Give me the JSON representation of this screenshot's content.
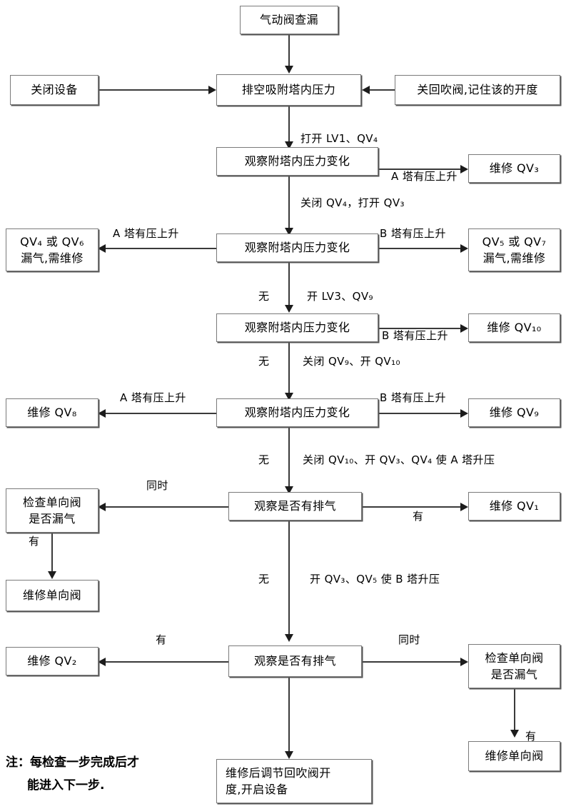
{
  "diagram": {
    "title_box": "气动阀查漏",
    "note": [
      "注：每检查一步完成后才",
      "能进入下一步."
    ]
  },
  "nodes": {
    "start": "气动阀查漏",
    "shutdown_equipment": "关闭设备",
    "vent_tower_pressure": "排空吸附塔内压力",
    "close_backblow_valve": "关回吹阀,记住该的开度",
    "observe_pressure_1": "观察附塔内压力变化",
    "repair_qv3": "维修 QV₃",
    "observe_pressure_2": "观察附塔内压力变化",
    "qv4_or_qv6_leak": [
      "QV₄ 或 QV₆",
      "漏气,需维修"
    ],
    "qv5_or_qv7_leak": [
      "QV₅ 或 QV₇",
      "漏气,需维修"
    ],
    "observe_pressure_3": "观察附塔内压力变化",
    "repair_qv10": "维修 QV₁₀",
    "observe_pressure_4": "观察附塔内压力变化",
    "repair_qv8": "维修 QV₈",
    "repair_qv9": "维修 QV₉",
    "observe_exhaust_1": "观察是否有排气",
    "check_check_valve_1": [
      "检查单向阀",
      "是否漏气"
    ],
    "repair_qv1": "维修 QV₁",
    "repair_check_valve_1": "维修单向阀",
    "observe_exhaust_2": "观察是否有排气",
    "repair_qv2": "维修 QV₂",
    "check_check_valve_2": [
      "检查单向阀",
      "是否漏气"
    ],
    "repair_check_valve_2": "维修单向阀",
    "final_step": [
      "维修后调节回吹阀开",
      "度,开启设备"
    ]
  },
  "edge_labels": {
    "open_lv1_qv4": "打开 LV1、QV₄",
    "tower_a_rise_1": "A 塔有压上升",
    "close_qv4_open_qv3": "关闭 QV₄，打开 QV₃",
    "tower_a_rise_2": "A 塔有压上升",
    "tower_b_rise_2": "B 塔有压上升",
    "none_1": "无",
    "open_lv3_qv9": "开 LV3、QV₉",
    "tower_b_rise_3": "B 塔有压上升",
    "none_2": "无",
    "close_qv9_open_qv10": "关闭 QV₉、开 QV₁₀",
    "tower_a_rise_4": "A 塔有压上升",
    "tower_b_rise_4": "B 塔有压上升",
    "none_3": "无",
    "close_qv10_open_qv3_qv4": "关闭 QV₁₀、开 QV₃、QV₄ 使 A 塔升压",
    "simultaneously_1": "同时",
    "has_1": "有",
    "has_2": "有",
    "none_4": "无",
    "open_qv3_qv5": "开 QV₃、QV₅ 使 B 塔升压",
    "has_3": "有",
    "simultaneously_2": "同时",
    "has_4": "有"
  },
  "colors": {
    "border": "#7a7a7a",
    "line": "#3a3a3a",
    "arrow": "#1c1c1c",
    "background": "#ffffff",
    "text": "#000000"
  }
}
